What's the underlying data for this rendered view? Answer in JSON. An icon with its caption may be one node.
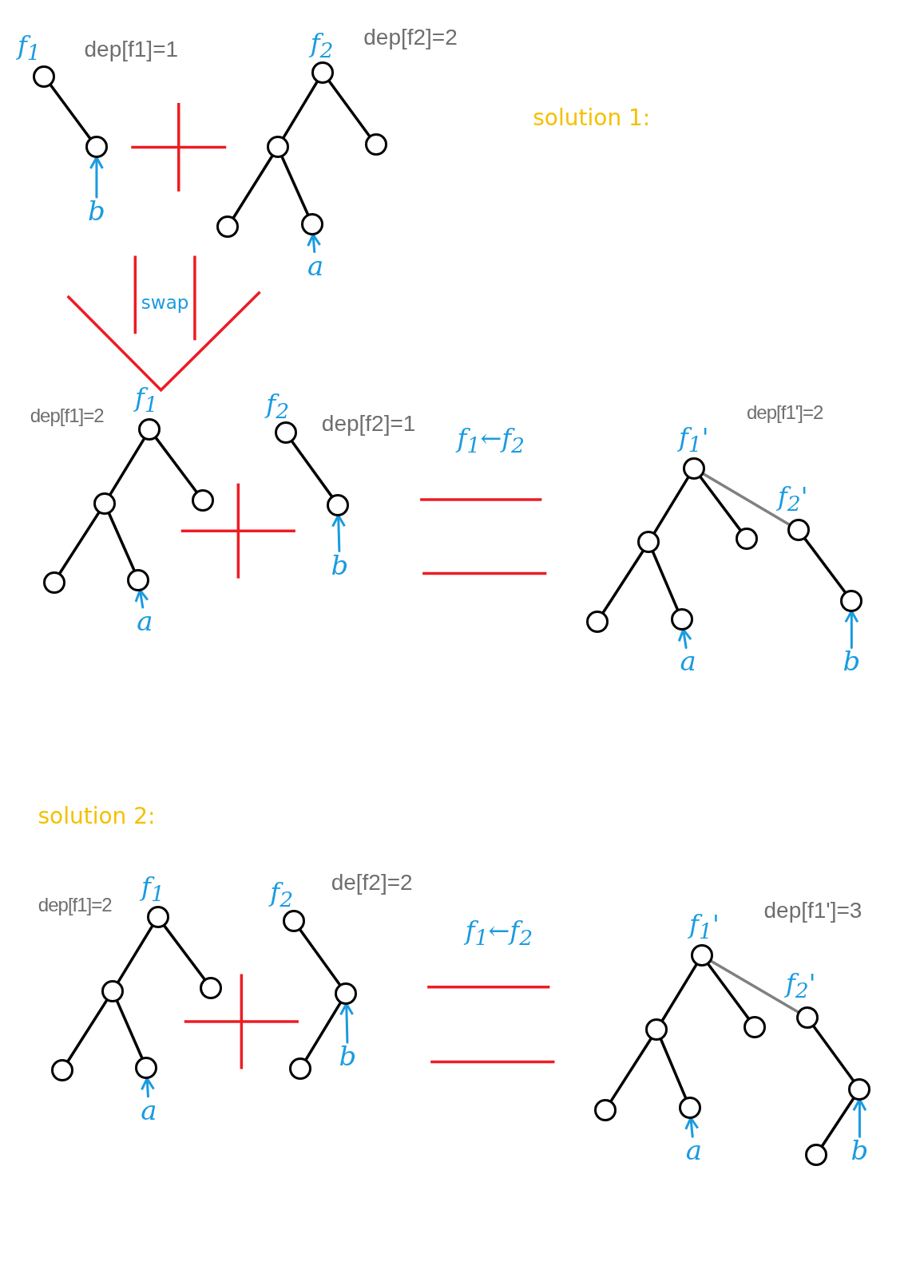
{
  "diagram": {
    "nodes": [
      {
        "text": [],
        "shape": "circle"
      },
      {
        "text": [],
        "shape": "circle"
      },
      {
        "text": [
          "b"
        ]
      },
      {
        "text": [],
        "shape": "circle"
      },
      {
        "text": [],
        "shape": "circle"
      },
      {
        "text": [],
        "shape": "circle"
      },
      {
        "text": [],
        "shape": "circle"
      },
      {
        "text": [],
        "shape": "circle"
      },
      {
        "text": [
          "a"
        ]
      },
      {
        "text": [],
        "shape": "circle"
      },
      {
        "text": [],
        "shape": "circle"
      },
      {
        "text": [],
        "shape": "circle"
      },
      {
        "text": [],
        "shape": "circle"
      },
      {
        "text": [],
        "shape": "circle"
      },
      {
        "text": [
          "a"
        ]
      },
      {
        "text": [],
        "shape": "circle"
      },
      {
        "text": [],
        "shape": "circle"
      },
      {
        "text": [
          "b"
        ]
      },
      {
        "text": [],
        "shape": "circle"
      },
      {
        "text": [],
        "shape": "circle"
      },
      {
        "text": [],
        "shape": "circle"
      },
      {
        "text": [],
        "shape": "circle"
      },
      {
        "text": [],
        "shape": "circle"
      },
      {
        "text": [],
        "shape": "circle"
      },
      {
        "text": [],
        "shape": "circle"
      },
      {
        "text": [
          "a"
        ]
      },
      {
        "text": [
          "b"
        ]
      },
      {
        "text": [],
        "shape": "circle"
      },
      {
        "text": [],
        "shape": "circle"
      },
      {
        "text": [],
        "shape": "circle"
      },
      {
        "text": [],
        "shape": "circle"
      },
      {
        "text": [],
        "shape": "circle"
      },
      {
        "text": [
          "a"
        ]
      },
      {
        "text": [],
        "shape": "circle"
      },
      {
        "text": [],
        "shape": "circle"
      },
      {
        "text": [],
        "shape": "circle"
      },
      {
        "text": [
          "b"
        ]
      },
      {
        "text": [],
        "shape": "circle"
      },
      {
        "text": [],
        "shape": "circle"
      },
      {
        "text": [],
        "shape": "circle"
      },
      {
        "text": [],
        "shape": "circle"
      },
      {
        "text": [],
        "shape": "circle"
      },
      {
        "text": [],
        "shape": "circle"
      },
      {
        "text": [],
        "shape": "circle"
      },
      {
        "text": [],
        "shape": "circle"
      },
      {
        "text": [
          "a"
        ]
      },
      {
        "text": [
          "b"
        ]
      }
    ],
    "edges": [
      {
        "from": 0,
        "to": 1,
        "arrow": "none"
      },
      {
        "from": 2,
        "to": 1,
        "arrow": "to",
        "color": "#1a9be0"
      },
      {
        "from": 3,
        "to": 4,
        "arrow": "none"
      },
      {
        "from": 3,
        "to": 5,
        "arrow": "none"
      },
      {
        "from": 4,
        "to": 6,
        "arrow": "none"
      },
      {
        "from": 4,
        "to": 7,
        "arrow": "none"
      },
      {
        "from": 8,
        "to": 7,
        "arrow": "to",
        "color": "#1a9be0"
      },
      {
        "from": 9,
        "to": 10,
        "arrow": "none"
      },
      {
        "from": 9,
        "to": 11,
        "arrow": "none"
      },
      {
        "from": 10,
        "to": 12,
        "arrow": "none"
      },
      {
        "from": 10,
        "to": 13,
        "arrow": "none"
      },
      {
        "from": 14,
        "to": 13,
        "arrow": "to",
        "color": "#1a9be0"
      },
      {
        "from": 15,
        "to": 16,
        "arrow": "none"
      },
      {
        "from": 17,
        "to": 16,
        "arrow": "to",
        "color": "#1a9be0"
      },
      {
        "from": 18,
        "to": 19,
        "arrow": "none"
      },
      {
        "from": 18,
        "to": 20,
        "arrow": "none"
      },
      {
        "from": 18,
        "to": 21,
        "arrow": "none",
        "color": "#808080"
      },
      {
        "from": 19,
        "to": 22,
        "arrow": "none"
      },
      {
        "from": 19,
        "to": 23,
        "arrow": "none"
      },
      {
        "from": 21,
        "to": 24,
        "arrow": "none"
      },
      {
        "from": 25,
        "to": 23,
        "arrow": "to",
        "color": "#1a9be0"
      },
      {
        "from": 26,
        "to": 24,
        "arrow": "to",
        "color": "#1a9be0"
      },
      {
        "from": 27,
        "to": 28,
        "arrow": "none"
      },
      {
        "from": 27,
        "to": 29,
        "arrow": "none"
      },
      {
        "from": 28,
        "to": 30,
        "arrow": "none"
      },
      {
        "from": 28,
        "to": 31,
        "arrow": "none"
      },
      {
        "from": 32,
        "to": 31,
        "arrow": "to",
        "color": "#1a9be0"
      },
      {
        "from": 33,
        "to": 34,
        "arrow": "none"
      },
      {
        "from": 34,
        "to": 35,
        "arrow": "none"
      },
      {
        "from": 36,
        "to": 34,
        "arrow": "to",
        "color": "#1a9be0"
      },
      {
        "from": 37,
        "to": 38,
        "arrow": "none"
      },
      {
        "from": 37,
        "to": 39,
        "arrow": "none"
      },
      {
        "from": 37,
        "to": 40,
        "arrow": "none",
        "color": "#808080"
      },
      {
        "from": 38,
        "to": 41,
        "arrow": "none"
      },
      {
        "from": 38,
        "to": 42,
        "arrow": "none"
      },
      {
        "from": 40,
        "to": 43,
        "arrow": "none"
      },
      {
        "from": 43,
        "to": 44,
        "arrow": "none"
      },
      {
        "from": 45,
        "to": 42,
        "arrow": "to",
        "color": "#1a9be0"
      },
      {
        "from": 46,
        "to": 43,
        "arrow": "to",
        "color": "#1a9be0"
      }
    ],
    "labels": [
      "f$_{1}$",
      "dep[f1]=1",
      "f$_{2}$",
      "dep[f2]=2",
      "solution 1:",
      "swap",
      "dep[f1]=2",
      "f$_{1}$",
      "f$_{2}$",
      "dep[f2]=1",
      "f$_{1}$←f$_{2}$",
      "dep[f1']=2",
      "f$_{1}$'",
      "f$_{2}$'",
      "solution 2:",
      "dep[f1]=2",
      "f$_{1}$",
      "f$_{2}$",
      "de[f2]=2",
      "f$_{1}$←f$_{2}$",
      "f$_{1}$'",
      "dep[f1']=3",
      "f$_{2}$'"
    ]
  }
}
